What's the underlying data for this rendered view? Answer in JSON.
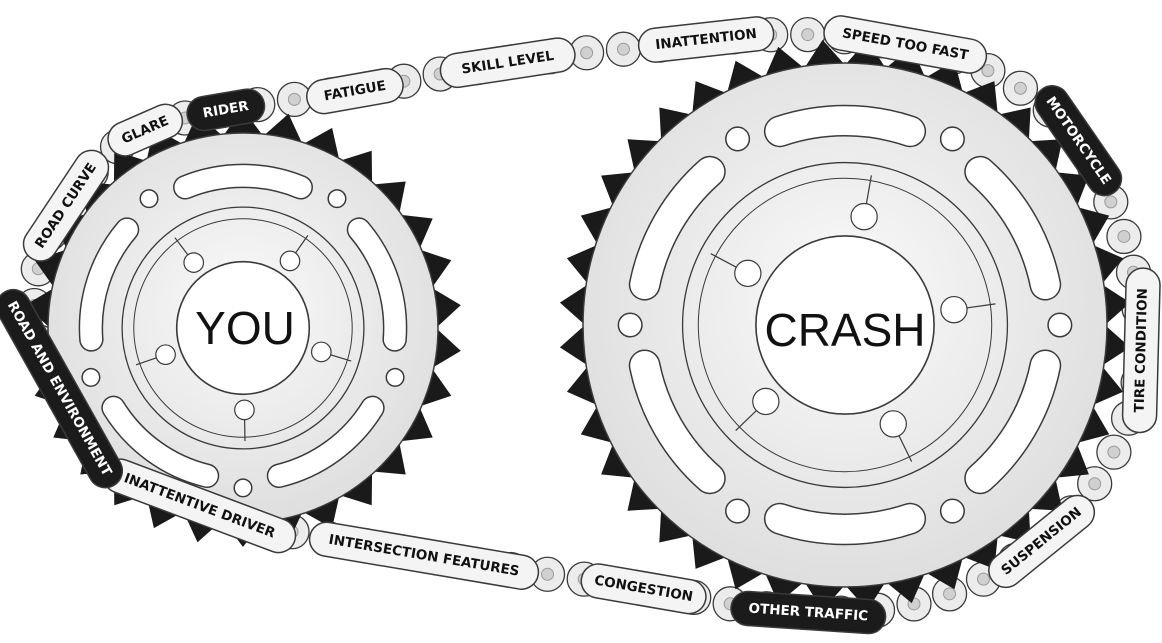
{
  "sprockets": {
    "left": {
      "label": "YOU"
    },
    "right": {
      "label": "CRASH"
    }
  },
  "chain_labels": [
    {
      "text": "RIDER",
      "group": "category"
    },
    {
      "text": "FATIGUE",
      "group": "factor"
    },
    {
      "text": "SKILL LEVEL",
      "group": "factor"
    },
    {
      "text": "INATTENTION",
      "group": "factor"
    },
    {
      "text": "SPEED TOO FAST",
      "group": "factor"
    },
    {
      "text": "MOTORCYCLE",
      "group": "category"
    },
    {
      "text": "TIRE CONDITION",
      "group": "factor"
    },
    {
      "text": "SUSPENSION",
      "group": "factor"
    },
    {
      "text": "OTHER TRAFFIC",
      "group": "category"
    },
    {
      "text": "CONGESTION",
      "group": "factor"
    },
    {
      "text": "INTERSECTION FEATURES",
      "group": "factor"
    },
    {
      "text": "INATTENTIVE DRIVER",
      "group": "factor"
    },
    {
      "text": "ROAD AND ENVIRONMENT",
      "group": "category"
    },
    {
      "text": "ROAD CURVE",
      "group": "factor"
    },
    {
      "text": "GLARE",
      "group": "factor"
    }
  ],
  "colors": {
    "category_link": "#1b1b1b",
    "factor_link": "#f4f4f4",
    "sprocket_fill": "#f2f2f2",
    "sprocket_teeth": "#1a1a1a",
    "line": "#3a3a3a"
  }
}
